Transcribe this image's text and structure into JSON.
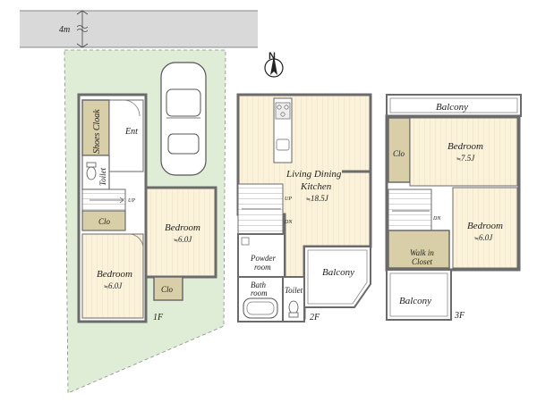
{
  "road": {
    "width_label": "4m"
  },
  "compass": {
    "north_label": "N"
  },
  "floor1": {
    "floor_label": "1F",
    "shoes_cloak": "Shoes Cloak",
    "entrance": "Ent",
    "toilet": "Toilet",
    "up": "UP",
    "clo_upper": "Clo",
    "clo_lower": "Clo",
    "bedroom_a_name": "Bedroom",
    "bedroom_a_size": "6.0",
    "bedroom_b_name": "Bedroom",
    "bedroom_b_size": "6.0",
    "size_unit": "J",
    "size_prefix": "≒"
  },
  "floor2": {
    "floor_label": "2F",
    "ldk_line1": "Living Dining",
    "ldk_line2": "Kitchen",
    "ldk_size": "18.5",
    "up": "UP",
    "dn": "DN",
    "powder_line1": "Powder",
    "powder_line2": "room",
    "bath_line1": "Bath",
    "bath_line2": "room",
    "toilet": "Toilet",
    "balcony": "Balcony"
  },
  "floor3": {
    "floor_label": "3F",
    "balcony_top": "Balcony",
    "balcony_bottom": "Balcony",
    "clo": "Clo",
    "bedroom_a_name": "Bedroom",
    "bedroom_a_size": "7.5",
    "bedroom_b_name": "Bedroom",
    "bedroom_b_size": "6.0",
    "dn": "DN",
    "wic_line1": "Walk in",
    "wic_line2": "Closet"
  },
  "colors": {
    "wall": "#6b6b6b",
    "floor_wood": "#fbf2dc",
    "floor_line": "#e9dcc0",
    "closet": "#d8cfa8",
    "wet_area": "#ffffff",
    "lot_green": "#dfedd6",
    "road_gray": "#d9d9d9"
  }
}
